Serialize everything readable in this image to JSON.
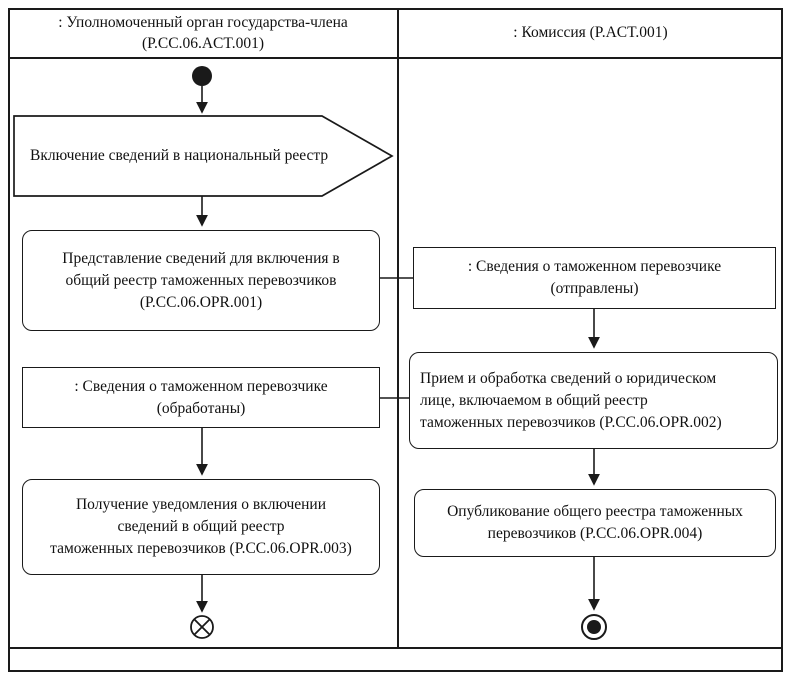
{
  "lanes": {
    "left": {
      "title": ": Уполномоченный орган государства-члена",
      "subtitle": "(P.CC.06.ACT.001)"
    },
    "right": {
      "title": ": Комиссия (P.ACT.001)"
    }
  },
  "nodes": {
    "signal": {
      "label": "Включение сведений в национальный реестр"
    },
    "opr001": {
      "lines": [
        "Представление сведений для включения в",
        "общий реестр таможенных перевозчиков",
        "(P.CC.06.OPR.001)"
      ]
    },
    "obj_sent": {
      "lines": [
        ": Сведения о таможенном перевозчике",
        "(отправлены)"
      ]
    },
    "opr002": {
      "lines": [
        "Прием и обработка сведений о юридическом",
        "лице, включаемом в общий реестр",
        "таможенных перевозчиков (P.CC.06.OPR.002)"
      ]
    },
    "obj_processed": {
      "lines": [
        ": Сведения о таможенном перевозчике",
        "(обработаны)"
      ]
    },
    "opr003": {
      "lines": [
        "Получение уведомления о включении",
        "сведений в общий реестр",
        "таможенных перевозчиков (P.CC.06.OPR.003)"
      ]
    },
    "opr004": {
      "lines": [
        "Опубликование общего реестра таможенных",
        "перевозчиков (P.CC.06.OPR.004)"
      ]
    }
  },
  "colors": {
    "line": "#1a1a1a",
    "background": "#ffffff"
  }
}
